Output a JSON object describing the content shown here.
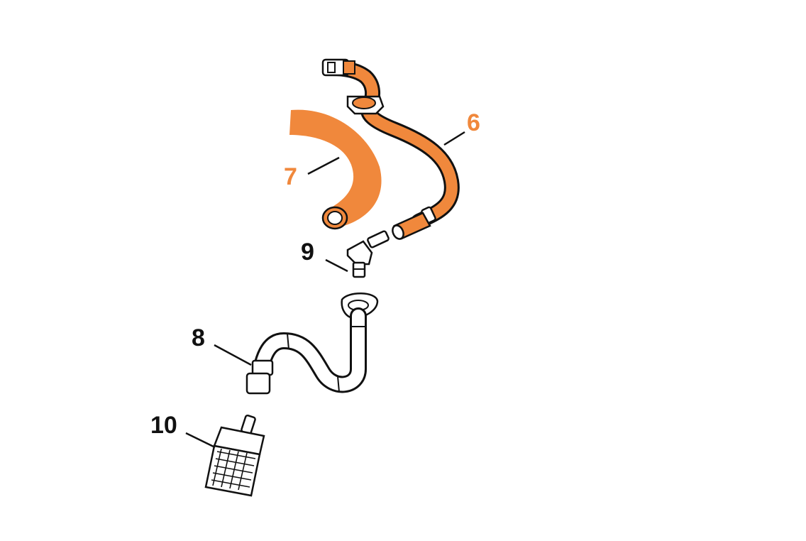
{
  "colors": {
    "highlight": "#f0883c",
    "outline": "#111111",
    "part_fill": "#ffffff",
    "background": "#ffffff"
  },
  "parts": [
    {
      "id": "fuel-hose-6",
      "label": "6",
      "highlighted": true
    },
    {
      "id": "grommet-7",
      "label": "7",
      "highlighted": true
    },
    {
      "id": "elbow-connector-9",
      "label": "9",
      "highlighted": false
    },
    {
      "id": "suction-hose-8",
      "label": "8",
      "highlighted": false
    },
    {
      "id": "fuel-filter-10",
      "label": "10",
      "highlighted": false
    }
  ]
}
